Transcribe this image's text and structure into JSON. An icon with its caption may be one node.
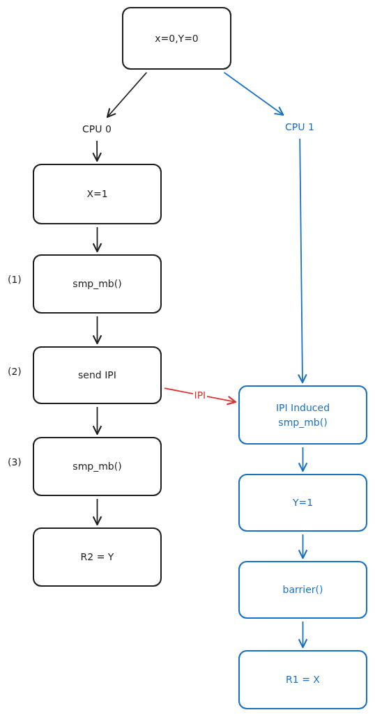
{
  "diagram": {
    "nodes": [
      {
        "text": [
          "x=0,Y=0"
        ]
      },
      {
        "text": [
          "CPU 0"
        ]
      },
      {
        "text": [
          "CPU 1"
        ]
      },
      {
        "text": [
          "X=1"
        ]
      },
      {
        "text": [
          "smp_mb()"
        ],
        "beside": [
          "(1)"
        ]
      },
      {
        "text": [
          "send IPI"
        ],
        "beside": [
          "(2)"
        ]
      },
      {
        "text": [
          "smp_mb()"
        ],
        "beside": [
          "(3)"
        ]
      },
      {
        "text": [
          "R2 = Y"
        ]
      },
      {
        "text": [
          "IPI Induced smp_mb()"
        ]
      },
      {
        "text": [
          "Y=1"
        ]
      },
      {
        "text": [
          "barrier()"
        ]
      },
      {
        "text": [
          "R1 = X"
        ]
      }
    ],
    "edges": [
      {
        "from": 0,
        "to": 1,
        "arrow": "to"
      },
      {
        "from": 0,
        "to": 2,
        "arrow": "to",
        "color": "#1971c2"
      },
      {
        "from": 1,
        "to": 3,
        "arrow": "to"
      },
      {
        "from": 3,
        "to": 4,
        "arrow": "to"
      },
      {
        "from": 4,
        "to": 5,
        "arrow": "to"
      },
      {
        "from": 5,
        "to": 6,
        "arrow": "to"
      },
      {
        "from": 6,
        "to": 7,
        "arrow": "to"
      },
      {
        "from": 5,
        "to": 8,
        "arrow": "to",
        "label": "IPI",
        "color": "#e03131"
      },
      {
        "from": 2,
        "to": 8,
        "arrow": "to",
        "color": "#1971c2"
      },
      {
        "from": 8,
        "to": 9,
        "arrow": "to",
        "color": "#1971c2"
      },
      {
        "from": 9,
        "to": 10,
        "arrow": "to",
        "color": "#1971c2"
      },
      {
        "from": 10,
        "to": 11,
        "arrow": "to",
        "color": "#1971c2"
      }
    ]
  }
}
